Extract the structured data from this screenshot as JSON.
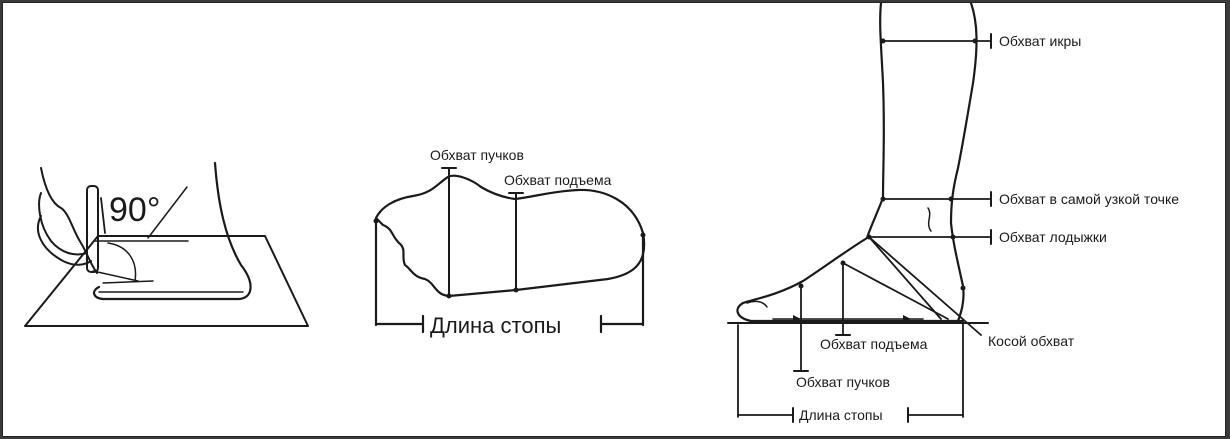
{
  "left_diagram": {
    "angle_label": "90°"
  },
  "top_view": {
    "ball_girth": "Обхват пучков",
    "instep_girth": "Обхват подъема",
    "foot_length": "Длина стопы"
  },
  "side_view": {
    "calf_girth": "Обхват икры",
    "narrowest_girth": "Обхват в самой узкой точке",
    "ankle_girth": "Обхват лодыжки",
    "oblique_girth": "Косой обхват",
    "instep_girth": "Обхват подъема",
    "ball_girth": "Обхват пучков",
    "foot_length": "Длина стопы"
  }
}
